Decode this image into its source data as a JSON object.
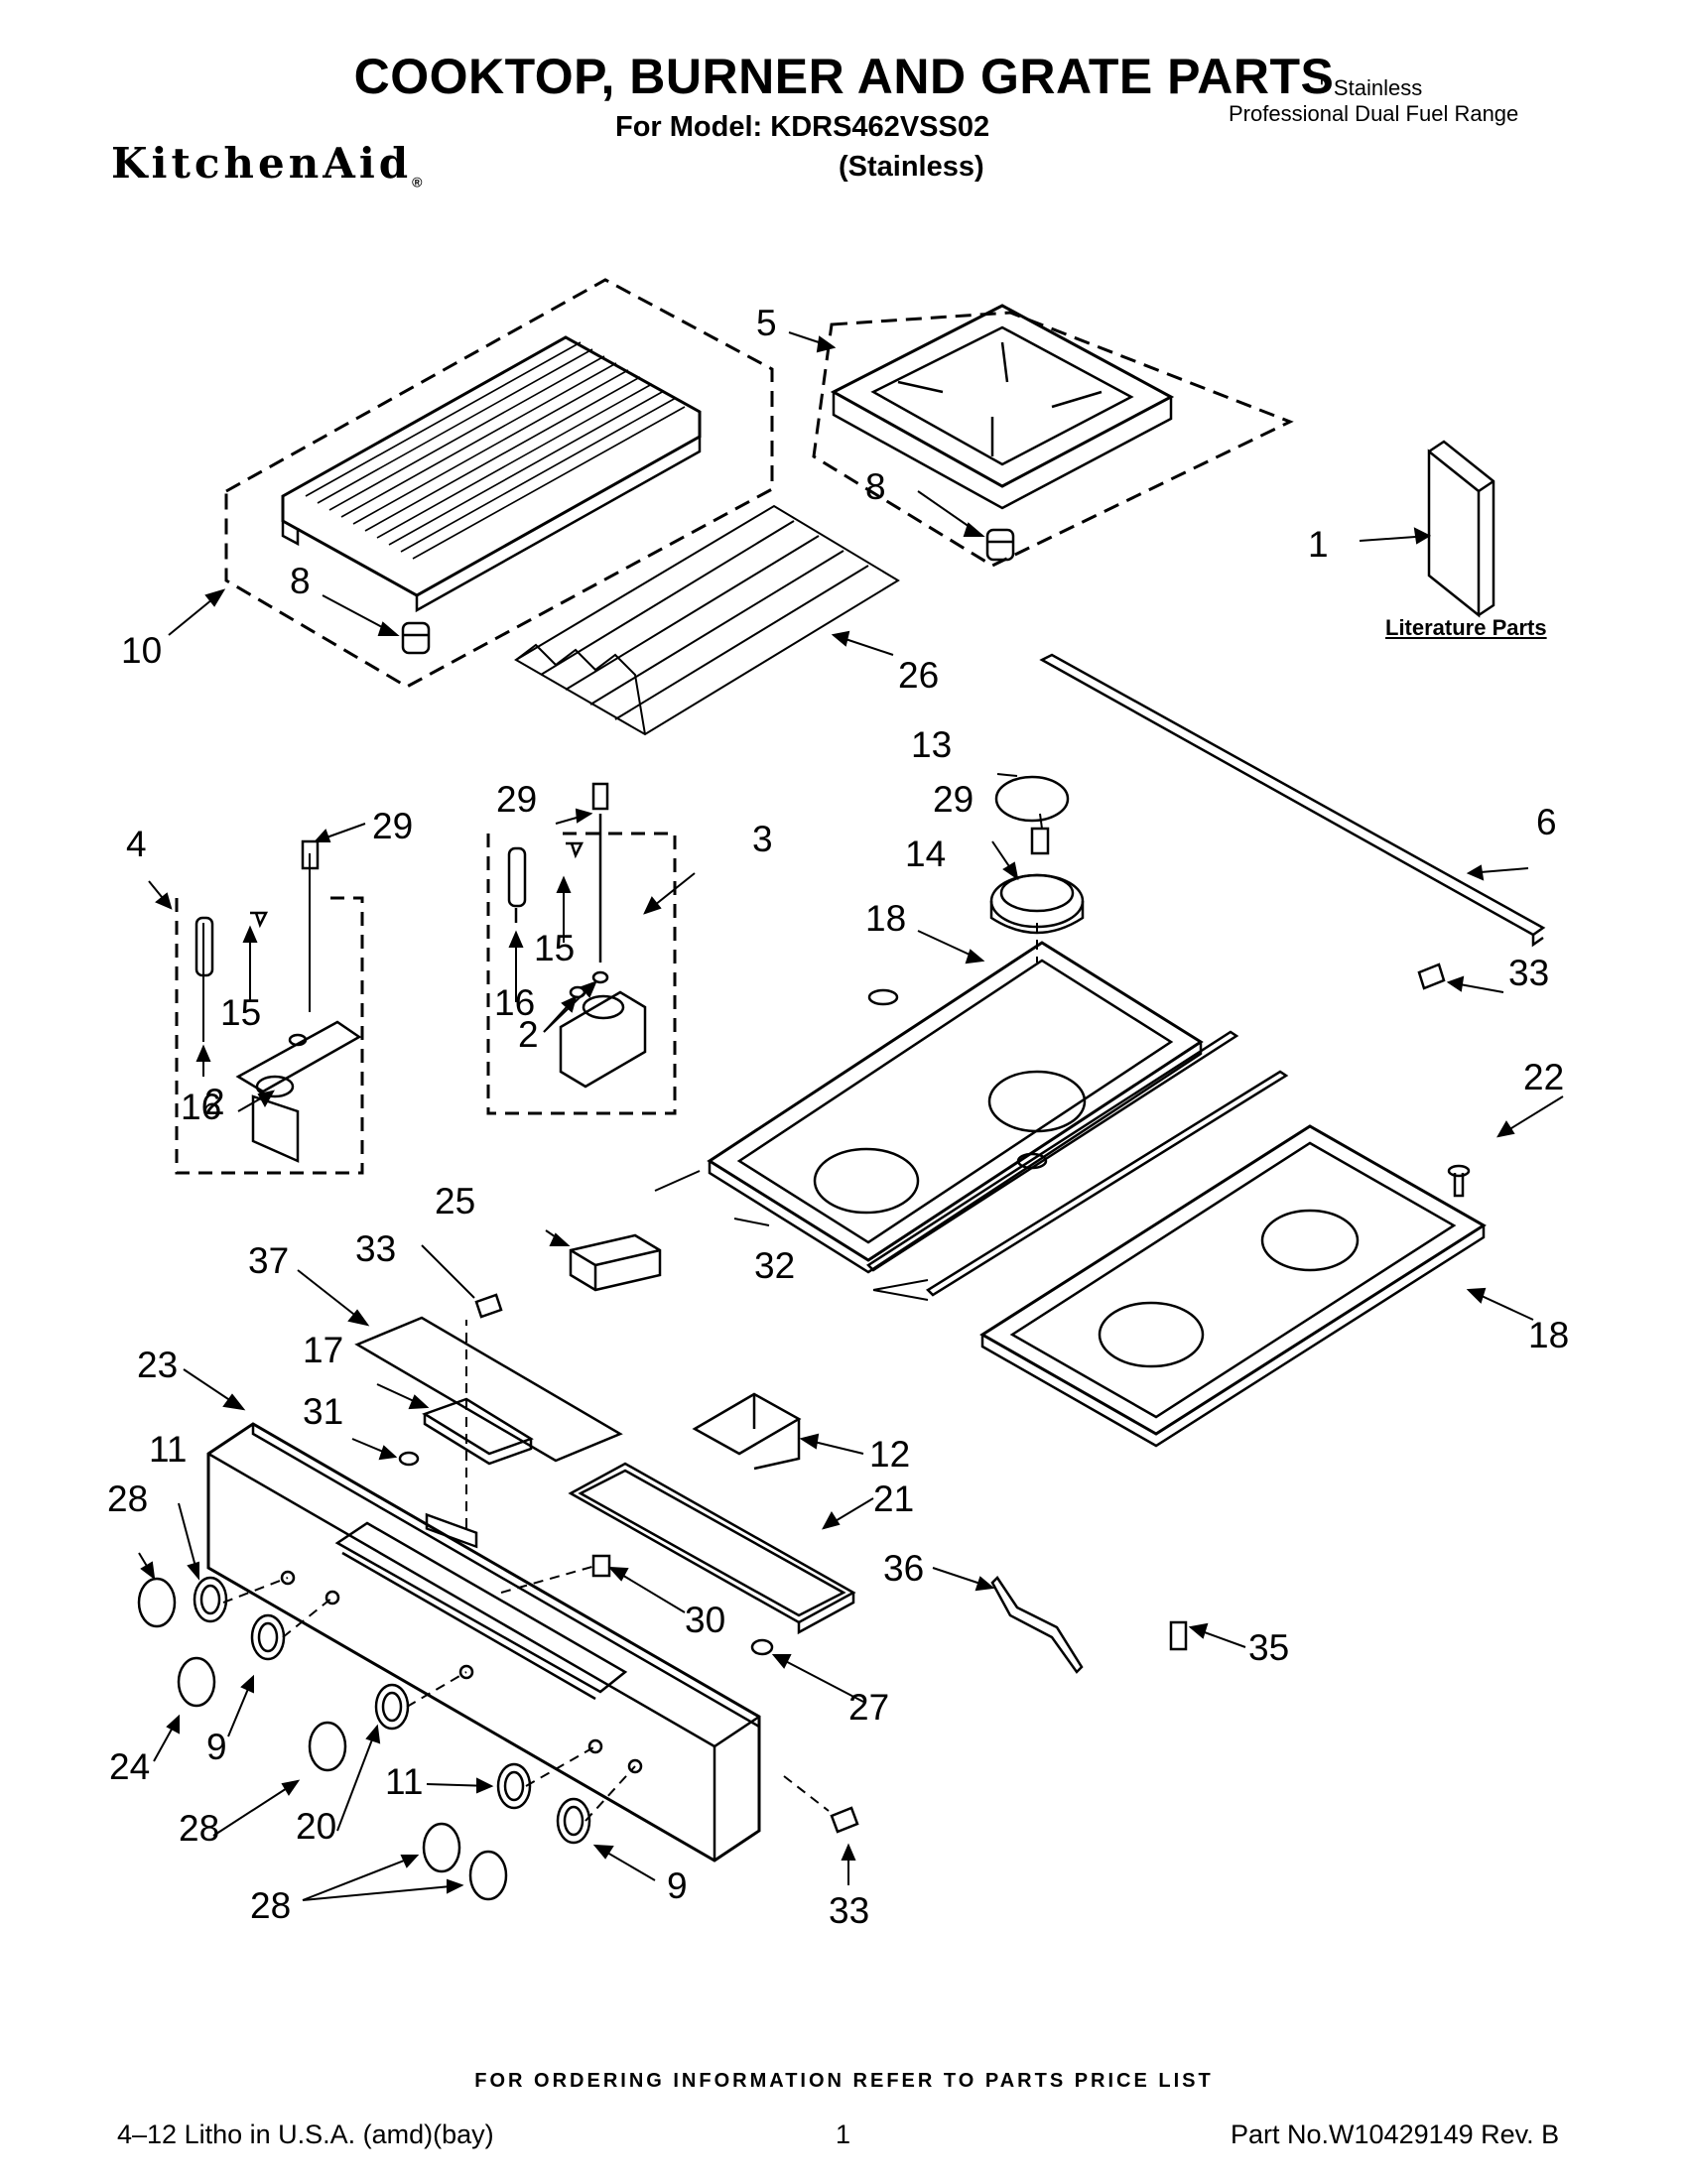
{
  "header": {
    "title": "COOKTOP, BURNER AND GRATE PARTS",
    "model_line": "For Model: KDRS462VSS02",
    "variant": "(Stainless)",
    "range_line1": "\" Stainless",
    "range_line2": "Professional Dual Fuel Range",
    "logo": "KitchenAid",
    "logo_mark": "®"
  },
  "literature_label": "Literature Parts",
  "callouts": [
    {
      "id": "c1",
      "text": "1"
    },
    {
      "id": "c2a",
      "text": "2"
    },
    {
      "id": "c2b",
      "text": "2"
    },
    {
      "id": "c3",
      "text": "3"
    },
    {
      "id": "c4",
      "text": "4"
    },
    {
      "id": "c5",
      "text": "5"
    },
    {
      "id": "c6",
      "text": "6"
    },
    {
      "id": "c8a",
      "text": "8"
    },
    {
      "id": "c8b",
      "text": "8"
    },
    {
      "id": "c9a",
      "text": "9"
    },
    {
      "id": "c9b",
      "text": "9"
    },
    {
      "id": "c10",
      "text": "10"
    },
    {
      "id": "c11a",
      "text": "11"
    },
    {
      "id": "c11b",
      "text": "11"
    },
    {
      "id": "c12",
      "text": "12"
    },
    {
      "id": "c13",
      "text": "13"
    },
    {
      "id": "c14",
      "text": "14"
    },
    {
      "id": "c15a",
      "text": "15"
    },
    {
      "id": "c15b",
      "text": "15"
    },
    {
      "id": "c16a",
      "text": "16"
    },
    {
      "id": "c16b",
      "text": "16"
    },
    {
      "id": "c17",
      "text": "17"
    },
    {
      "id": "c18a",
      "text": "18"
    },
    {
      "id": "c18b",
      "text": "18"
    },
    {
      "id": "c20",
      "text": "20"
    },
    {
      "id": "c21",
      "text": "21"
    },
    {
      "id": "c22",
      "text": "22"
    },
    {
      "id": "c23",
      "text": "23"
    },
    {
      "id": "c24",
      "text": "24"
    },
    {
      "id": "c25",
      "text": "25"
    },
    {
      "id": "c26",
      "text": "26"
    },
    {
      "id": "c27",
      "text": "27"
    },
    {
      "id": "c28a",
      "text": "28"
    },
    {
      "id": "c28b",
      "text": "28"
    },
    {
      "id": "c28c",
      "text": "28"
    },
    {
      "id": "c29a",
      "text": "29"
    },
    {
      "id": "c29b",
      "text": "29"
    },
    {
      "id": "c29c",
      "text": "29"
    },
    {
      "id": "c30",
      "text": "30"
    },
    {
      "id": "c31",
      "text": "31"
    },
    {
      "id": "c32",
      "text": "32"
    },
    {
      "id": "c33a",
      "text": "33"
    },
    {
      "id": "c33b",
      "text": "33"
    },
    {
      "id": "c33c",
      "text": "33"
    },
    {
      "id": "c35",
      "text": "35"
    },
    {
      "id": "c36",
      "text": "36"
    },
    {
      "id": "c37",
      "text": "37"
    }
  ],
  "footer": {
    "ordering_note": "FOR ORDERING INFORMATION REFER TO PARTS PRICE LIST",
    "litho": "4–12 Litho in U.S.A. (amd)(bay)",
    "page_number": "1",
    "part_number": "Part No.W10429149 Rev. B"
  }
}
